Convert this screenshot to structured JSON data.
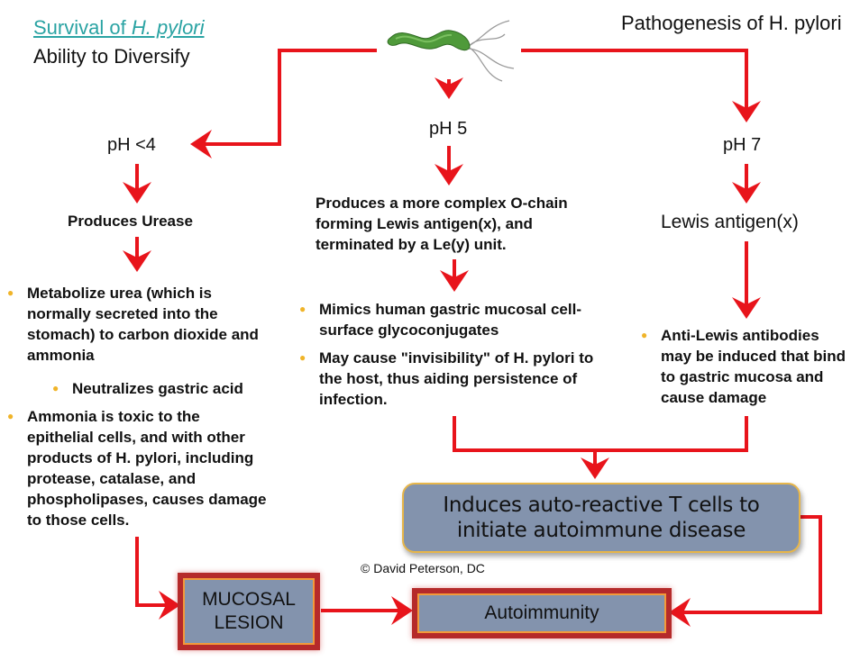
{
  "header": {
    "survival_prefix": "Survival of ",
    "survival_italic": "H. pylori",
    "subtitle": "Ability to Diversify",
    "pathogenesis_title": "Pathogenesis of H. pylori"
  },
  "image": {
    "icon": "bacterium-icon",
    "description": "H. pylori bacterium"
  },
  "branches": {
    "left": {
      "ph": "pH <4",
      "step": "Produces Urease",
      "bullets": [
        "Metabolize urea (which is normally secreted into the stomach) to carbon dioxide and ammonia",
        "Neutralizes gastric acid",
        "Ammonia is toxic to the epithelial cells, and with other products of H. pylori, including protease, catalase, and phospholipases, causes damage to those cells."
      ]
    },
    "middle": {
      "ph": "pH 5",
      "step": "Produces a more complex O-chain forming Lewis antigen(x), and terminated by a Le(y) unit.",
      "bullets": [
        "Mimics human gastric mucosal cell-surface glycoconjugates",
        "May cause \"invisibility\" of H. pylori to the host, thus aiding persistence of infection."
      ]
    },
    "right": {
      "ph": "pH 7",
      "step": "Lewis antigen(x)",
      "bullets": [
        "Anti-Lewis antibodies may be induced that bind to gastric mucosa and cause damage"
      ]
    }
  },
  "boxes": {
    "autoreactive": "Induces auto-reactive T cells to initiate autoimmune disease",
    "mucosal_line1": "MUCOSAL",
    "mucosal_line2": "LESION",
    "autoimmunity": "Autoimmunity"
  },
  "copyright": "© David Peterson, DC",
  "colors": {
    "arrow": "#e8141b",
    "link": "#2aa3a3",
    "box_fill": "#8393ad",
    "bullet": "#f0b429"
  }
}
